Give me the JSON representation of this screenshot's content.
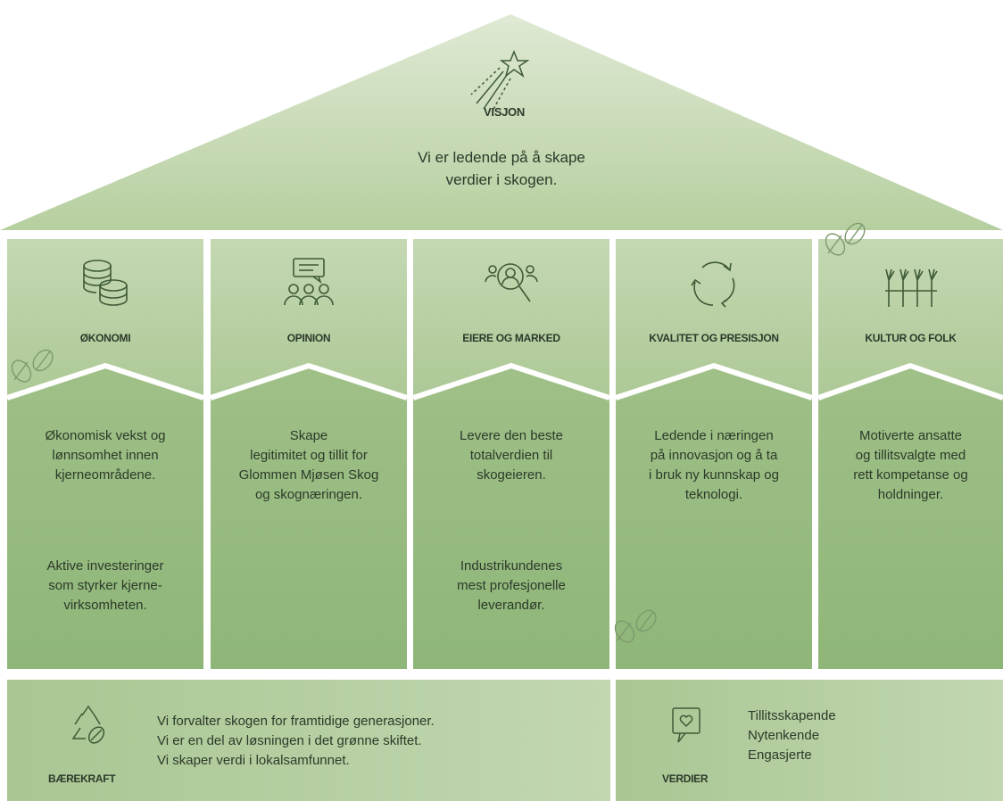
{
  "vision": {
    "label": "VISJON",
    "text_line1": "Vi er ledende på å skape",
    "text_line2": "verdier i skogen.",
    "icon": "shooting-star-icon"
  },
  "pillars": [
    {
      "title": "ØKONOMI",
      "icon": "coins-icon",
      "text1": [
        "Økonomisk vekst og",
        "lønnsomhet innen",
        "kjerneområdene."
      ],
      "text2": [
        "Aktive investeringer",
        "som styrker kjerne-",
        "virksomheten."
      ]
    },
    {
      "title": "OPINION",
      "icon": "people-speech-icon",
      "text1": [
        "Skape",
        "legitimitet og tillit for",
        "Glommen Mjøsen Skog",
        "og skognæringen."
      ],
      "text2": []
    },
    {
      "title": "EIERE OG MARKED",
      "icon": "people-search-icon",
      "text1": [
        "Levere den beste",
        "totalverdien til",
        "skogeieren."
      ],
      "text2": [
        "Industrikundenes",
        "mest profesjonelle",
        "leverandør."
      ]
    },
    {
      "title": "KVALITET OG PRESISJON",
      "icon": "cycle-arrows-icon",
      "text1": [
        "Ledende i næringen",
        "på innovasjon og å ta",
        "i bruk ny kunnskap og",
        "teknologi."
      ],
      "text2": []
    },
    {
      "title": "KULTUR OG FOLK",
      "icon": "hands-raised-icon",
      "text1": [
        "Motiverte ansatte",
        "og tillitsvalgte med",
        "rett kompetanse og",
        "holdninger."
      ],
      "text2": []
    }
  ],
  "baerekraft": {
    "label": "BÆREKRAFT",
    "icon": "recycle-leaf-icon",
    "lines": [
      "Vi forvalter skogen for framtidige generasjoner.",
      "Vi er en del av løsningen i det grønne skiftet.",
      "Vi skaper verdi i lokalsamfunnet."
    ]
  },
  "verdier": {
    "label": "VERDIER",
    "icon": "heart-chat-icon",
    "lines": [
      "Tillitsskapende",
      "Nytenkende",
      "Engasjerte"
    ]
  },
  "colors": {
    "light": "#e3ecd9",
    "mid": "#bcd3aa",
    "dark": "#8fb57a",
    "stroke": "#3e5a36"
  }
}
